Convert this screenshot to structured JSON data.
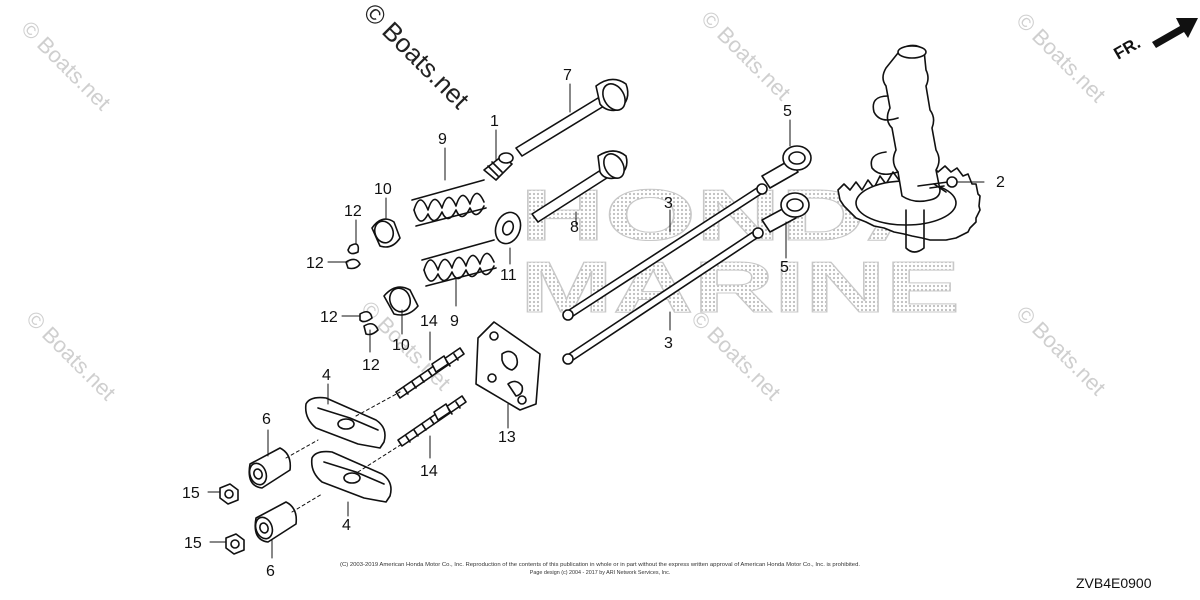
{
  "watermarks": {
    "main": "© Boats.net",
    "repeat": "© Boats.net"
  },
  "brand_text": {
    "line1": "HONDA",
    "line2": "MARINE"
  },
  "direction_indicator": "FR.",
  "callouts": {
    "n1": "1",
    "n2": "2",
    "n3a": "3",
    "n3b": "3",
    "n4a": "4",
    "n4b": "4",
    "n5a": "5",
    "n5b": "5",
    "n6a": "6",
    "n6b": "6",
    "n7": "7",
    "n8": "8",
    "n9a": "9",
    "n9b": "9",
    "n10a": "10",
    "n10b": "10",
    "n11": "11",
    "n12a": "12",
    "n12b": "12",
    "n12c": "12",
    "n12d": "12",
    "n13": "13",
    "n14a": "14",
    "n14b": "14",
    "n15a": "15",
    "n15b": "15"
  },
  "copyright": {
    "line1": "(C) 2003-2019 American Honda Motor Co., Inc. Reproduction of the contents of this publication in whole or in part without the express written approval of American Honda Motor Co., Inc. is prohibited.",
    "line2": "Page design (c) 2004 - 2017 by ARI Network Services, Inc."
  },
  "diagram_code": "ZVB4E0900",
  "colors": {
    "ink": "#111111",
    "watermark": "#cfcfcf",
    "brand": "#e6e6e6"
  }
}
